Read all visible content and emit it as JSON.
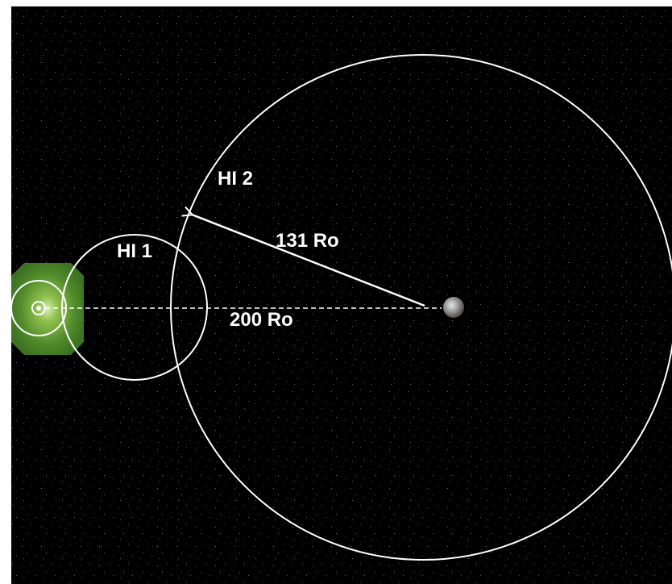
{
  "diagram": {
    "labels": {
      "hi2": "HI 2",
      "hi1": "HI 1",
      "radius": "131 Ro",
      "distance": "200 Ro"
    },
    "colors": {
      "background": "#000000",
      "lines": "#ffffff",
      "coronagraph_green": "#4f8a2a",
      "earth": "#8a8f96"
    }
  }
}
